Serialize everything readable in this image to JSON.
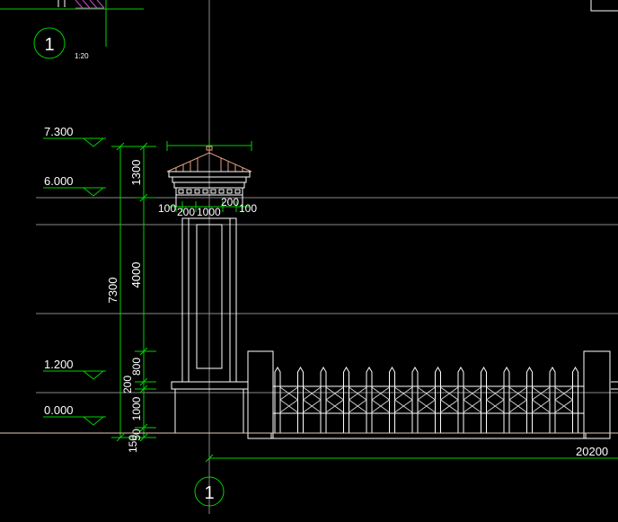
{
  "colors": {
    "background": "#000000",
    "grid": "#8a8a8a",
    "dimension": "#00d200",
    "outline": "#ffffff",
    "roof": "#e2a184",
    "ornament": "#d04bd0",
    "ground": "#e9c8b5"
  },
  "callouts": {
    "top_marker": "1",
    "top_scale": "1:20",
    "bottom_marker": "1"
  },
  "elevations": [
    "7.300",
    "6.000",
    "1.200",
    "0.000"
  ],
  "dimensions": {
    "total_height": "7300",
    "cap": "1300",
    "shaft": "4000",
    "base_band": "800",
    "plinth": "200",
    "base": "1000",
    "footing": "150",
    "foot2": "50",
    "width_left_offset": "100",
    "width_left": "200",
    "width_mid": "1000",
    "width_right": "200",
    "width_right_offset": "100",
    "fence_length": "20200"
  }
}
